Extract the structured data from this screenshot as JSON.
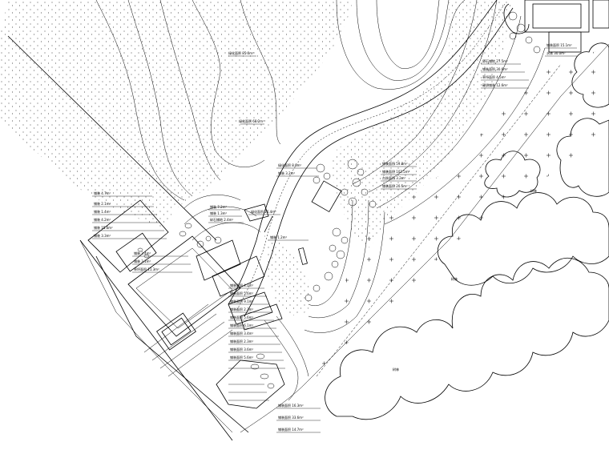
{
  "drawing": {
    "labels": [
      "绿化面积 85.0m²",
      "绿化面积 68.2m²",
      "绿化面积 26.4m²",
      "卵石铺地 27.5m²",
      "铺装面积 30.6m²",
      "草坪面积 4.5m²",
      "硬质铺装 12.6m²",
      "水体 30.0m²",
      "铺装面积 15.1m²",
      "铺装面积 59.8m²",
      "铺装面积 102.5m²",
      "台阶面积 3.2m²",
      "铺装面积 20.5m²",
      "绿化面积 8.8m²",
      "铺装 3.2m²",
      "铺装 7.2m²",
      "铺装 1.3m²",
      "碎石铺地 2.4m²",
      "铺装 1.2m²",
      "铺装 4.7m²",
      "铺装 2.1m²",
      "铺装 1.4m²",
      "铺装 4.2m²",
      "铺装 15.6m²",
      "铺装 3.3m²",
      "铺装 2.4m²",
      "铺装 3.1m²",
      "草坪面积 11.3m²",
      "铺装面积 4.2m²",
      "铺装面积 5.6m²",
      "铺装面积 9.1m²",
      "铺装面积 2.3m²",
      "铺装面积 5.6m²",
      "铺装面积 6.1m²",
      "铺装面积 3.4m²",
      "铺装面积 2.3m²",
      "铺装面积 3.6m²",
      "铺装面积 5.6m²",
      "铺装面积 16.3m²",
      "铺装面积 33.6m²",
      "铺装面积 14.7m²",
      "树林",
      "树林",
      "树林"
    ]
  }
}
